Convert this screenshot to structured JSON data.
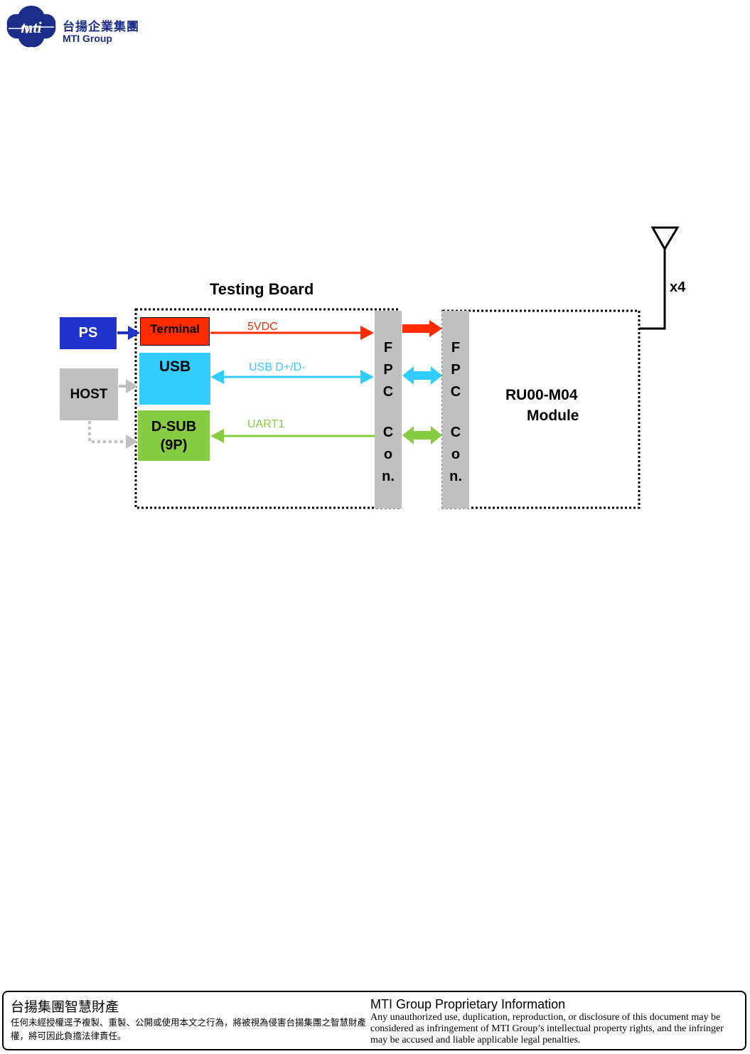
{
  "header": {
    "logo_cn": "台揚企業集團",
    "logo_en": "MTI Group"
  },
  "diagram": {
    "board_title": "Testing Board",
    "ps": "PS",
    "host": "HOST",
    "terminal": "Terminal",
    "usb": "USB",
    "dsub_line1": "D-SUB",
    "dsub_line2": "(9P)",
    "signal_5vdc": "5VDC",
    "signal_usb": "USB D+/D-",
    "signal_uart": "UART1",
    "fpc_letters": [
      "F",
      "P",
      "C",
      "C",
      "o",
      "n."
    ],
    "module_line1": "RU00-M04",
    "module_line2": "Module",
    "antenna_count": "x4",
    "colors": {
      "power": "#ff2b00",
      "usb": "#33ccff",
      "uart": "#88cc44",
      "ps": "#2233cc",
      "connector": "#c0c0c0",
      "host": "#c0c0c0"
    }
  },
  "footer": {
    "cn_title": "台揚集團智慧財產",
    "cn_body": "任何未經授權逕予複製、重製、公開或使用本文之行為，將被視為侵害台揚集團之智慧財產權，將可因此負擔法律責任。",
    "en_title": "MTI Group Proprietary Information",
    "en_body": "Any unauthorized use, duplication, reproduction, or disclosure of this document may be considered as infringement of MTI Group’s intellectual property rights, and the infringer may be accused and liable applicable legal penalties."
  }
}
